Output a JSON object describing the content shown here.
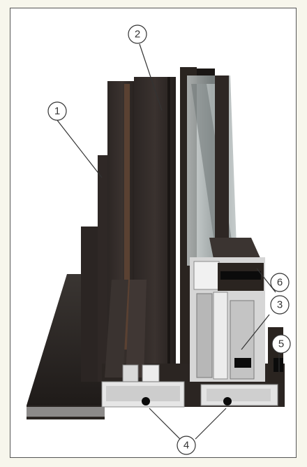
{
  "figure": {
    "callouts": [
      {
        "id": "1",
        "label": "1"
      },
      {
        "id": "2",
        "label": "2"
      },
      {
        "id": "3",
        "label": "3"
      },
      {
        "id": "4",
        "label": "4"
      },
      {
        "id": "5",
        "label": "5"
      },
      {
        "id": "6",
        "label": "6"
      }
    ]
  },
  "colors": {
    "profile_dark": "#2a2522",
    "profile_mid": "#3b3431",
    "profile_bronze": "#4a3a30",
    "section_silver": "#c9c9c9",
    "glass": "#9aa3a4",
    "thermal_break": "#0b0b0b",
    "callout_line": "#333333"
  }
}
